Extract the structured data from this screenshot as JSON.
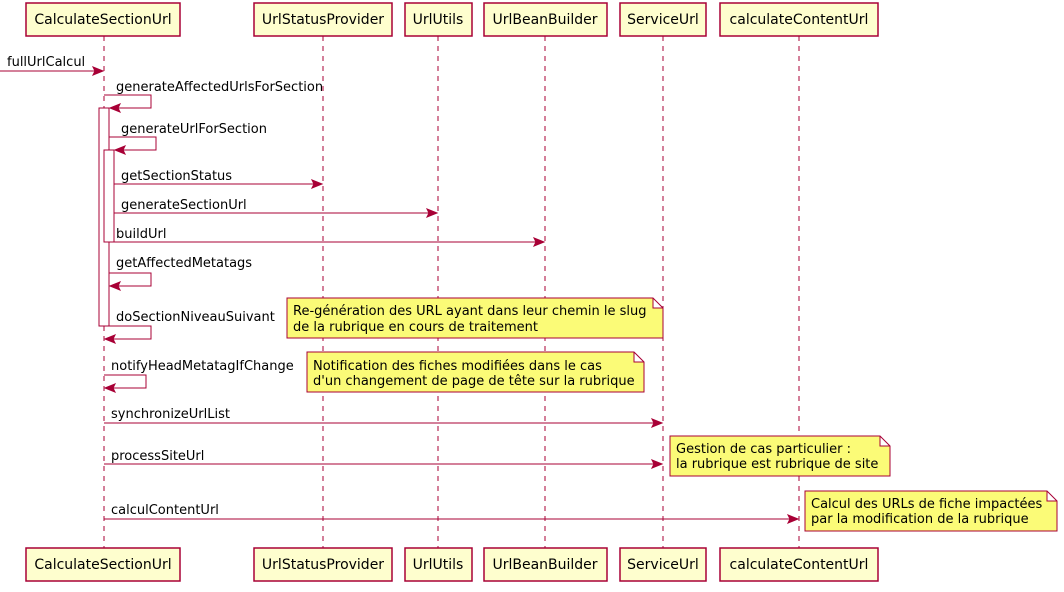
{
  "participants": [
    "CalculateSectionUrl",
    "UrlStatusProvider",
    "UrlUtils",
    "UrlBeanBuilder",
    "ServiceUrl",
    "calculateContentUrl"
  ],
  "messages": [
    "fullUrlCalcul",
    "generateAffectedUrlsForSection",
    "generateUrlForSection",
    "getSectionStatus",
    "generateSectionUrl",
    "buildUrl",
    "getAffectedMetatags",
    "doSectionNiveauSuivant",
    "notifyHeadMetatagIfChange",
    "synchronizeUrlList",
    "processSiteUrl",
    "calculContentUrl"
  ],
  "notes": [
    [
      "Re-génération des URL ayant dans leur chemin le slug",
      "de la rubrique en cours de traitement"
    ],
    [
      "Notification des fiches modifiées dans le cas",
      "d'un changement de page de tête sur la rubrique"
    ],
    [
      "Gestion de cas particulier :",
      "la rubrique est rubrique de site"
    ],
    [
      "Calcul des URLs de fiche impactées",
      "par la modification de la rubrique"
    ]
  ],
  "colors": {
    "participant_fill": "#FEFECE",
    "note_fill": "#FBFB77",
    "line": "#A80036"
  }
}
